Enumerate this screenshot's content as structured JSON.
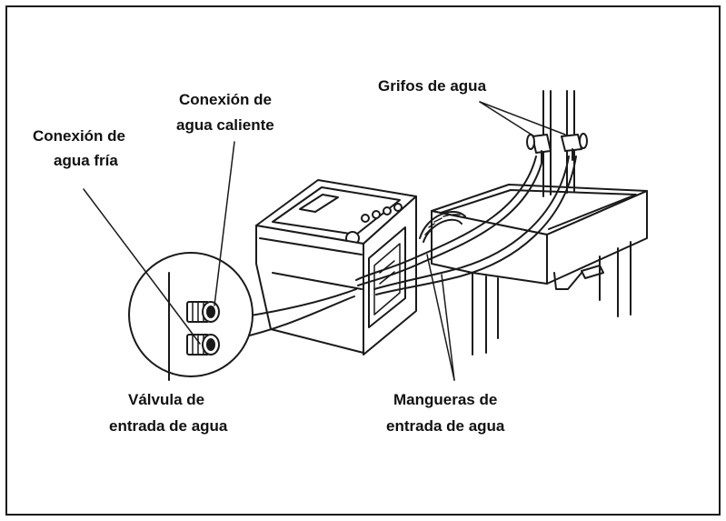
{
  "labels": {
    "hot_line1": "Conexión de",
    "hot_line2": "agua caliente",
    "cold_line1": "Conexión de",
    "cold_line2": "agua fría",
    "faucets": "Grifos de agua",
    "valve_line1": "Válvula de",
    "valve_line2": "entrada de agua",
    "hoses_line1": "Mangueras de",
    "hoses_line2": "entrada de agua"
  },
  "colors": {
    "ink": "#1a1a1a",
    "background": "#ffffff"
  }
}
